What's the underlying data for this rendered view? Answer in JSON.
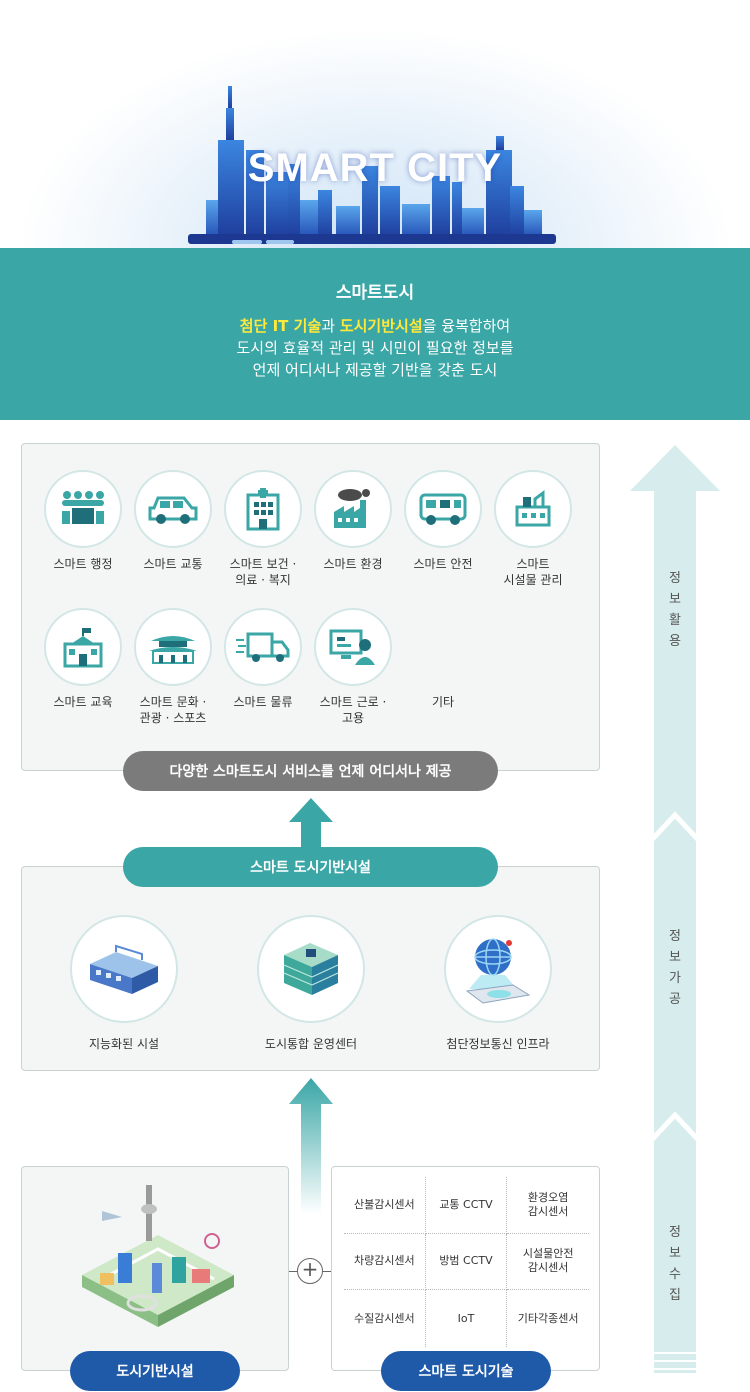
{
  "hero": {
    "title": "SMART CITY"
  },
  "banner": {
    "title": "스마트도시",
    "line1": {
      "hl1": "첨단 IT 기술",
      "mid": "과 ",
      "hl2": "도시기반시설",
      "rest": "을 융복합하여"
    },
    "line2": "도시의 효율적 관리 및 시민이 필요한 정보를",
    "line3": "언제 어디서나 제공할 기반을 갖춘 도시"
  },
  "services": {
    "items": [
      {
        "label": "스마트 행정",
        "icon": "admin-meeting-icon"
      },
      {
        "label": "스마트 교통",
        "icon": "car-icon"
      },
      {
        "label": "스마트 보건 ·\n의료 · 복지",
        "icon": "hospital-icon"
      },
      {
        "label": "스마트 환경",
        "icon": "factory-smoke-icon"
      },
      {
        "label": "스마트 안전",
        "icon": "fire-truck-icon"
      },
      {
        "label": "스마트\n시설물 관리",
        "icon": "facility-icon"
      },
      {
        "label": "스마트 교육",
        "icon": "school-icon"
      },
      {
        "label": "스마트 문화 ·\n관광 · 스포츠",
        "icon": "palace-icon"
      },
      {
        "label": "스마트 물류",
        "icon": "delivery-truck-icon"
      },
      {
        "label": "스마트 근로 ·\n고용",
        "icon": "worker-computer-icon"
      },
      {
        "label": "기타",
        "icon": ""
      }
    ],
    "banner": "다양한 스마트도시 서비스를 언제 어디서나 제공"
  },
  "infra": {
    "title": "스마트 도시기반시설",
    "items": [
      {
        "label": "지능화된 시설",
        "icon": "intelligent-facility-icon"
      },
      {
        "label": "도시통합 운영센터",
        "icon": "operation-center-icon"
      },
      {
        "label": "첨단정보통신 인프라",
        "icon": "network-globe-icon"
      }
    ]
  },
  "bottom": {
    "city_label": "도시기반시설",
    "tech_label": "스마트 도시기술",
    "plus": "+",
    "tech_items": [
      "산불감시센서",
      "교통 CCTV",
      "환경오염\n감시센서",
      "차량감시센서",
      "방범 CCTV",
      "시설물안전\n감시센서",
      "수질감시센서",
      "IoT",
      "기타각종센서"
    ]
  },
  "side": {
    "stage1": "정보활용",
    "stage2": "정보가공",
    "stage3": "정보수집"
  },
  "colors": {
    "teal": "#3aa6a6",
    "dark_pill": "#7b7b7b",
    "navy": "#1e5aa8",
    "highlight": "#ffe93a",
    "arrow_light": "#d7ecec"
  }
}
